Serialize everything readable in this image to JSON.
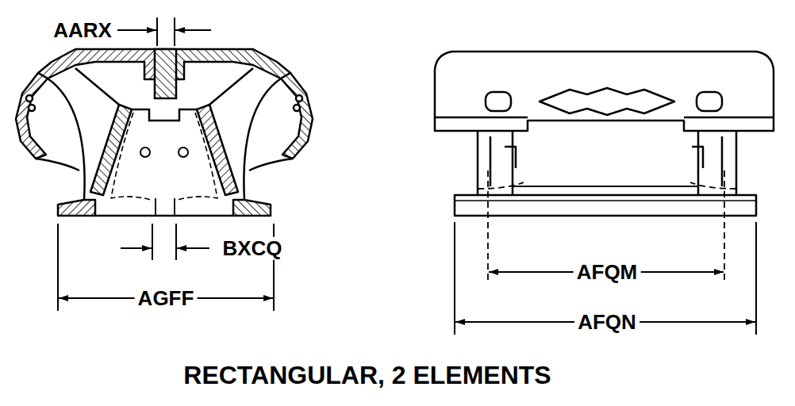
{
  "diagram": {
    "caption": "RECTANGULAR, 2 ELEMENTS",
    "labels": [
      "AARX",
      "BXCQ",
      "AGFF",
      "AFQM",
      "AFQN"
    ]
  }
}
